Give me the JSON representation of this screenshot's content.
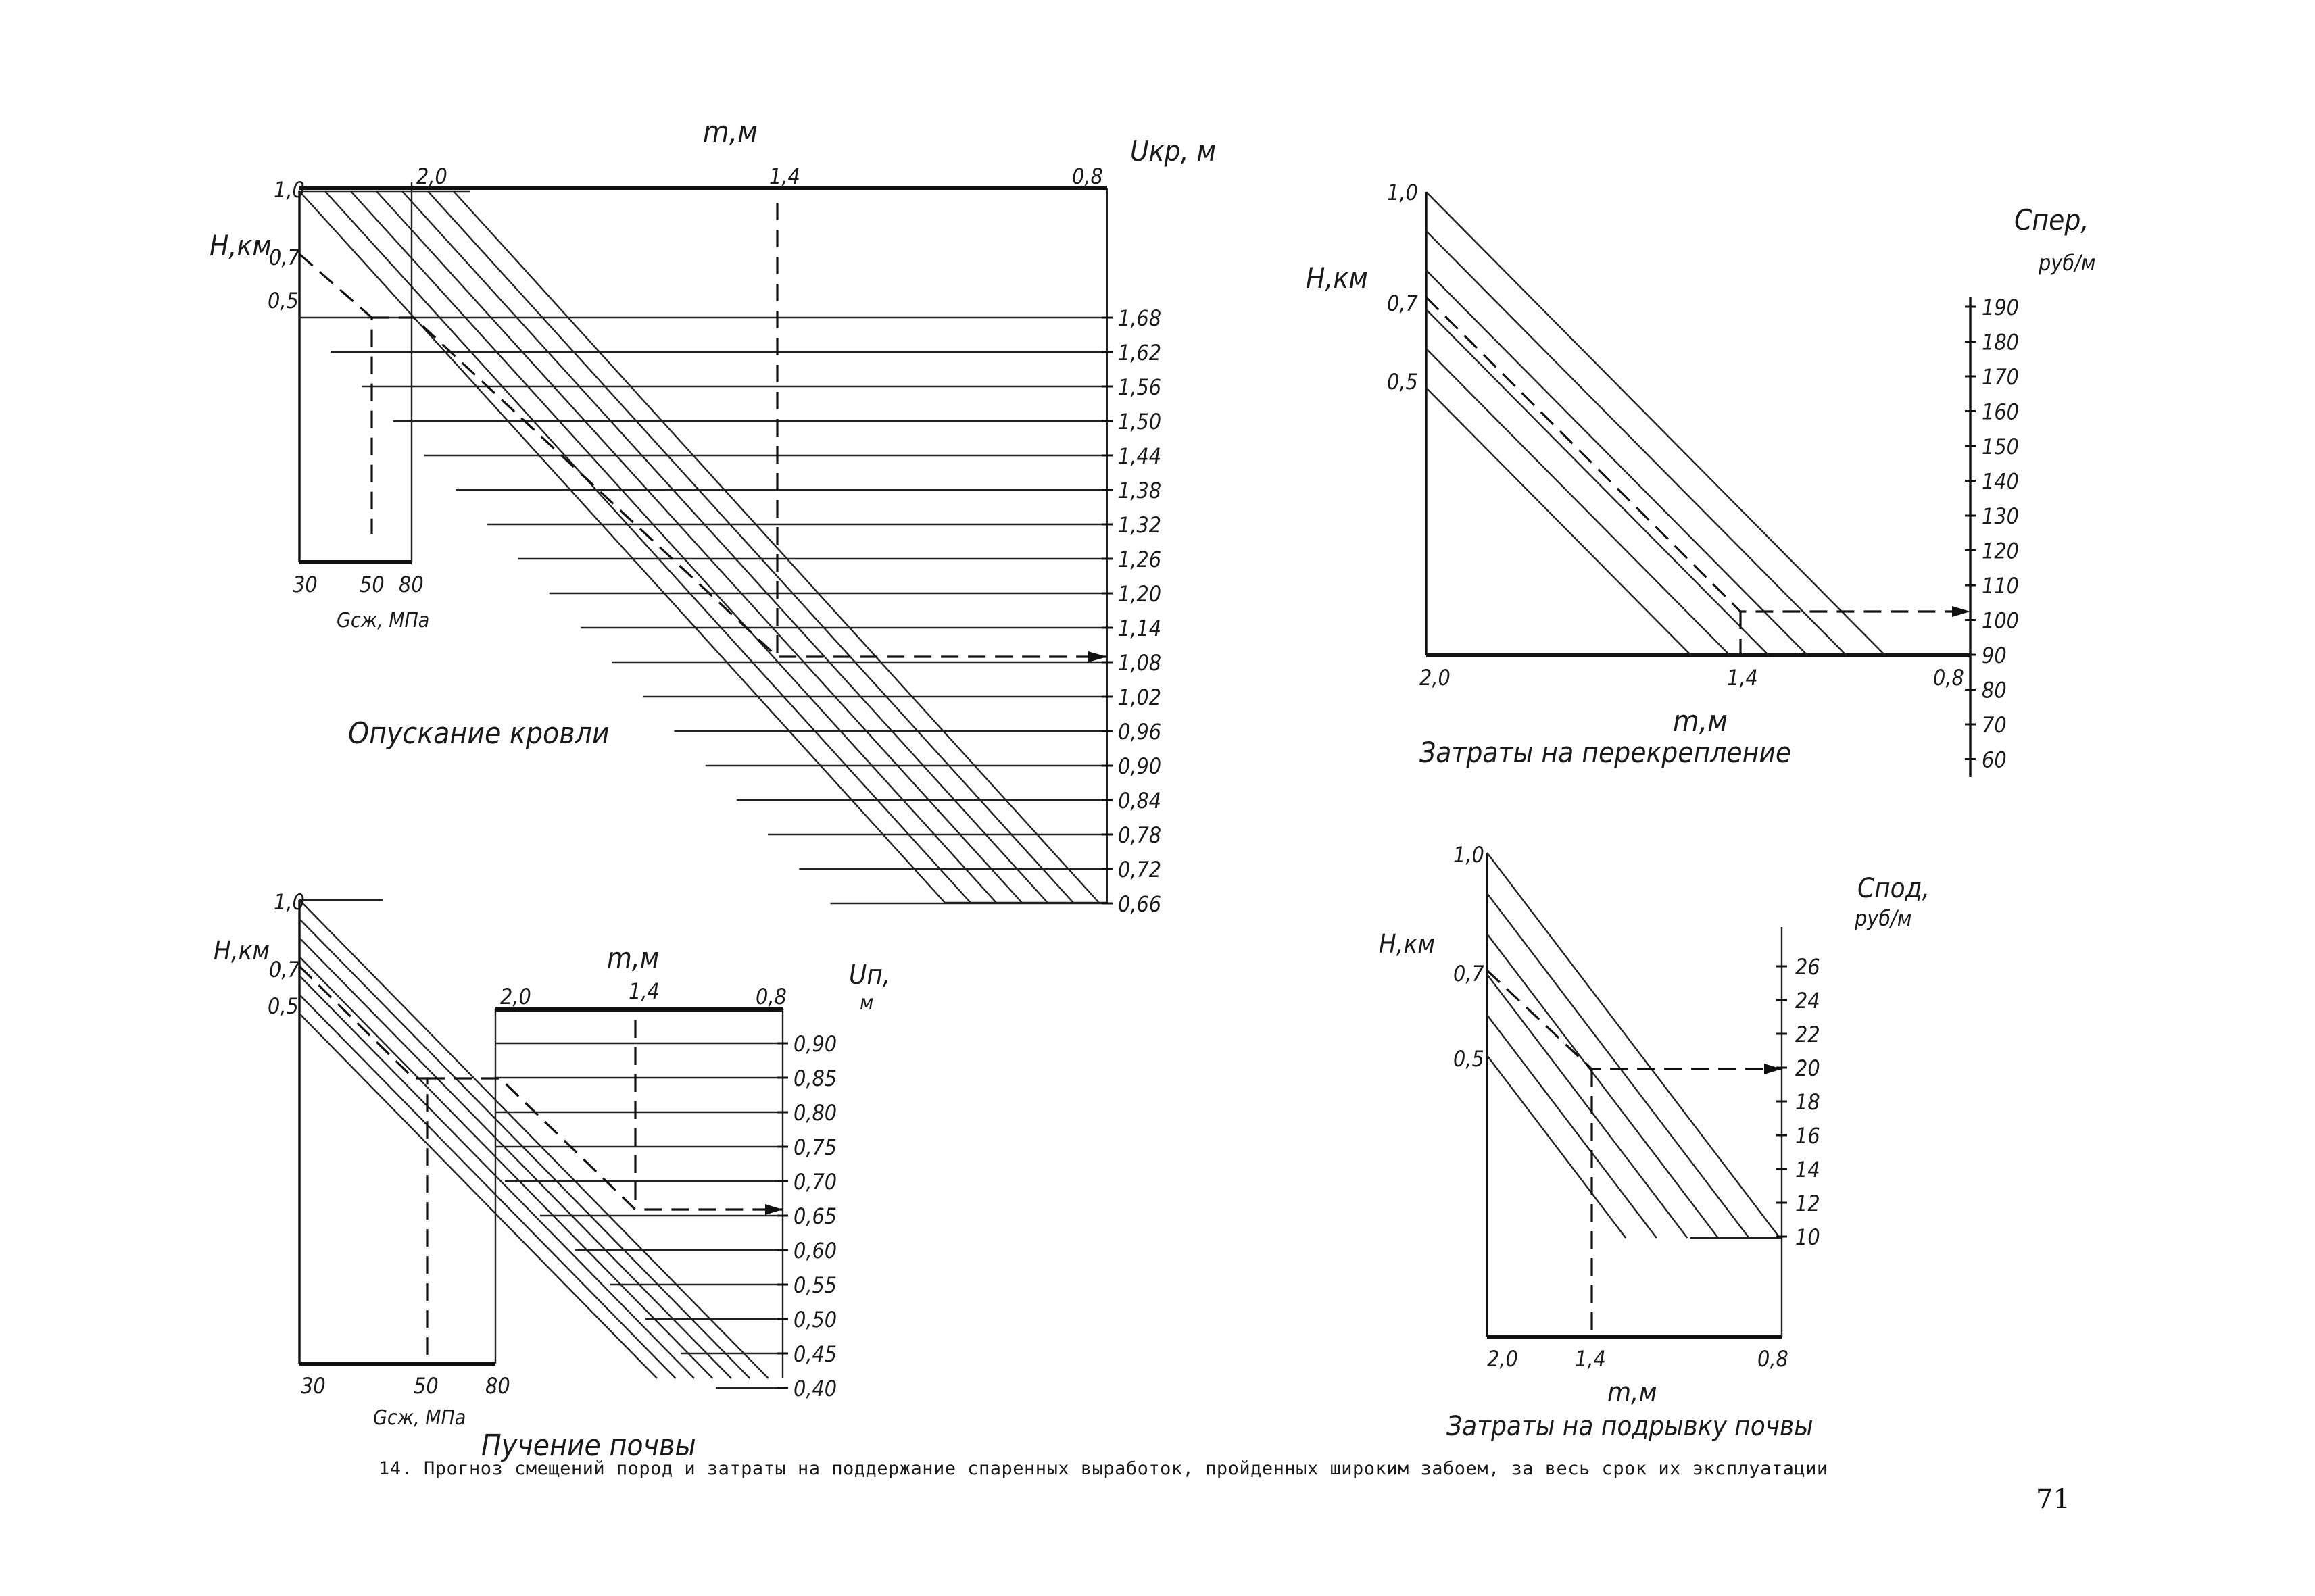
{
  "figure": {
    "caption": "14. Прогноз смещений пород и затраты на поддержание спаренных выработок, пройденных широким забоем, за весь срок их эксплуатации",
    "page_number": "71"
  },
  "chart_data": [
    {
      "type": "nomogram",
      "title": "Опускание кровли",
      "panel": "top-left",
      "axes": {
        "depth": {
          "label": "Н,км",
          "ticks": [
            "1,0",
            "0,7",
            "0,5"
          ]
        },
        "strength": {
          "label": "Gсж, МПа",
          "ticks": [
            "30",
            "50",
            "80"
          ]
        },
        "thickness": {
          "label": "m,м",
          "ticks": [
            "2,0",
            "1,4",
            "0,8"
          ]
        },
        "result": {
          "label": "Uкр, м",
          "ticks": [
            "1,68",
            "1,62",
            "1,56",
            "1,50",
            "1,44",
            "1,38",
            "1,32",
            "1,26",
            "1,20",
            "1,14",
            "1,08",
            "1,02",
            "0,96",
            "0,90",
            "0,84",
            "0,78",
            "0,72",
            "0,66"
          ]
        }
      },
      "example": {
        "H_km": 0.7,
        "G_MPa": 50,
        "m_m": 1.4,
        "U_m": 1.08
      }
    },
    {
      "type": "nomogram",
      "title": "Затраты на перекрепление",
      "panel": "top-right",
      "axes": {
        "depth": {
          "label": "Н,км",
          "ticks": [
            "1,0",
            "0,7",
            "0,5"
          ]
        },
        "thickness": {
          "label": "m,м",
          "ticks": [
            "2,0",
            "1,4",
            "0,8"
          ]
        },
        "result": {
          "label_main": "Спер,",
          "label_unit": "руб/м",
          "ticks": [
            "190",
            "180",
            "170",
            "160",
            "150",
            "140",
            "130",
            "120",
            "110",
            "100",
            "90",
            "80",
            "70",
            "60"
          ]
        }
      },
      "example": {
        "H_km": 0.7,
        "m_m": 1.4,
        "C_rub_per_m": 100
      }
    },
    {
      "type": "nomogram",
      "title": "Пучение почвы",
      "panel": "bottom-left",
      "axes": {
        "depth": {
          "label": "Н,км",
          "ticks": [
            "1,0",
            "0,7",
            "0,5"
          ]
        },
        "strength": {
          "label": "Gсж, МПа",
          "ticks": [
            "30",
            "50",
            "80"
          ]
        },
        "thickness": {
          "label": "m,м",
          "ticks": [
            "2,0",
            "1,4",
            "0,8"
          ]
        },
        "result": {
          "label_main": "Uп,",
          "label_unit": "м",
          "ticks": [
            "0,90",
            "0,85",
            "0,80",
            "0,75",
            "0,70",
            "0,65",
            "0,60",
            "0,55",
            "0,50",
            "0,45",
            "0,40"
          ]
        }
      },
      "example": {
        "H_km": 0.7,
        "G_MPa": 50,
        "m_m": 1.4,
        "U_m": 0.65
      }
    },
    {
      "type": "nomogram",
      "title": "Затраты на подрывку почвы",
      "panel": "bottom-right",
      "axes": {
        "depth": {
          "label": "Н,км",
          "ticks": [
            "1,0",
            "0,7",
            "0,5"
          ]
        },
        "thickness": {
          "label": "m,м",
          "ticks": [
            "2,0",
            "1,4",
            "0,8"
          ]
        },
        "result": {
          "label_main": "Спод,",
          "label_unit": "руб/м",
          "ticks": [
            "26",
            "24",
            "22",
            "20",
            "18",
            "16",
            "14",
            "12",
            "10"
          ]
        }
      },
      "example": {
        "H_km": 0.7,
        "m_m": 1.4,
        "C_rub_per_m": 20
      }
    }
  ]
}
